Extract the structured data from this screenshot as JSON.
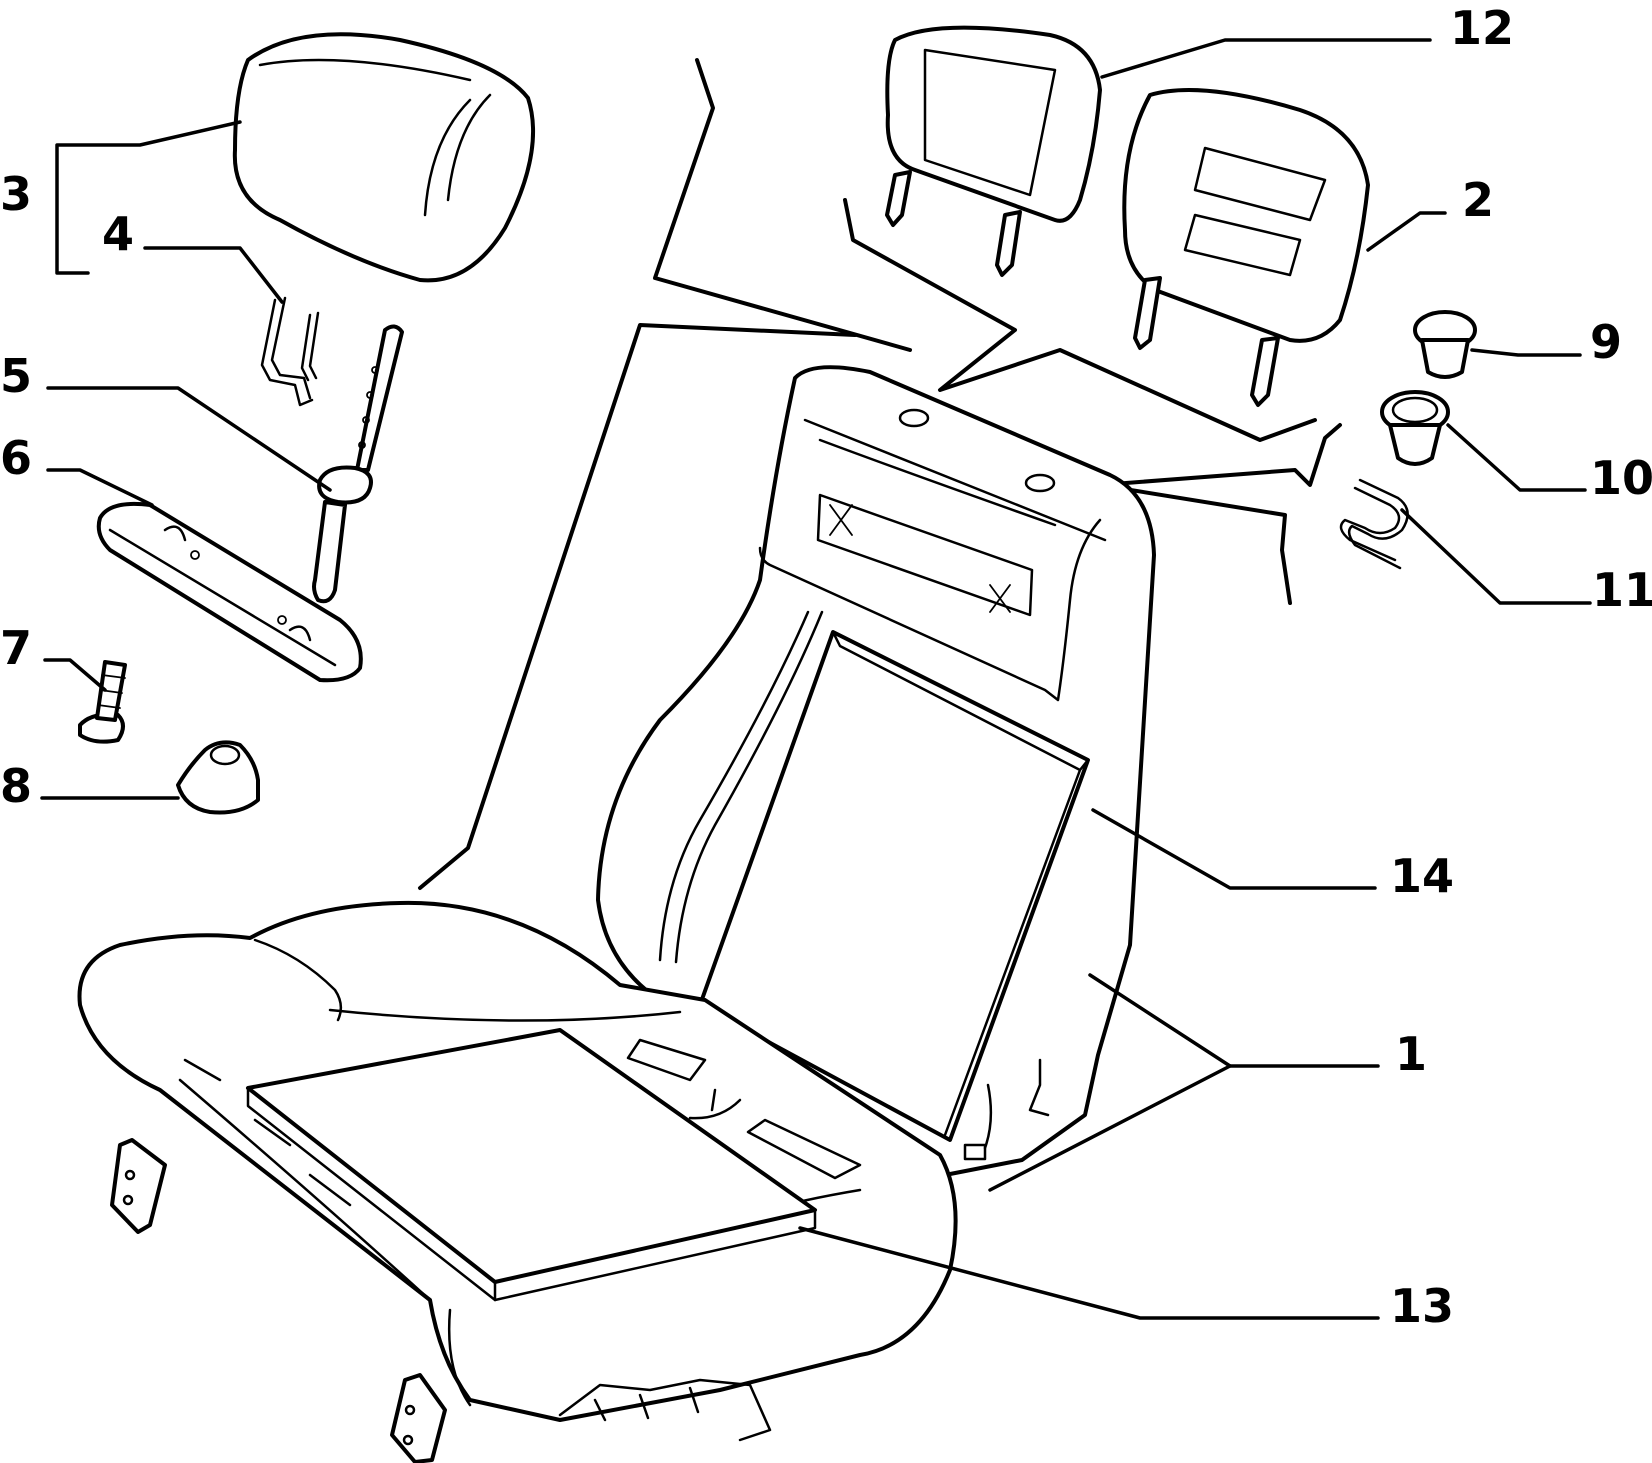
{
  "diagram": {
    "callouts": [
      "1",
      "2",
      "3",
      "4",
      "5",
      "6",
      "7",
      "8",
      "9",
      "10",
      "11",
      "12",
      "13",
      "14"
    ]
  }
}
